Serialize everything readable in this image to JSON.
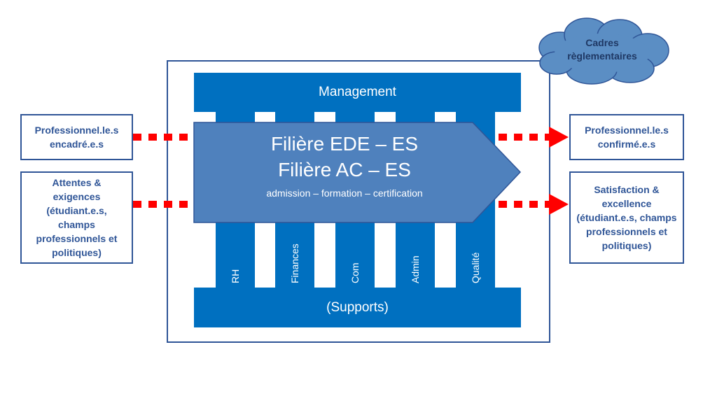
{
  "frame": {
    "top_band": "Management",
    "bottom_band": "(Supports)",
    "pillars": [
      "RH",
      "Finances",
      "Com",
      "Admin",
      "Qualité"
    ]
  },
  "chevron": {
    "line1": "Filière EDE – ES",
    "line2": "Filière AC – ES",
    "line3": "admission – formation – certification"
  },
  "inputs": [
    "Professionnel.le.s encadré.e.s",
    "Attentes & exigences (étudiant.e.s, champs professionnels et politiques)"
  ],
  "outputs": [
    "Professionnel.le.s confirmé.e.s",
    "Satisfaction & excellence (étudiant.e.s, champs professionnels et politiques)"
  ],
  "cloud": "Cadres règlementaires",
  "colors": {
    "blue": "#0070c0",
    "chevron": "#4f81bd",
    "border": "#2f5597",
    "arrow": "#ff0000",
    "cloud_fill": "#5b8ec4"
  }
}
